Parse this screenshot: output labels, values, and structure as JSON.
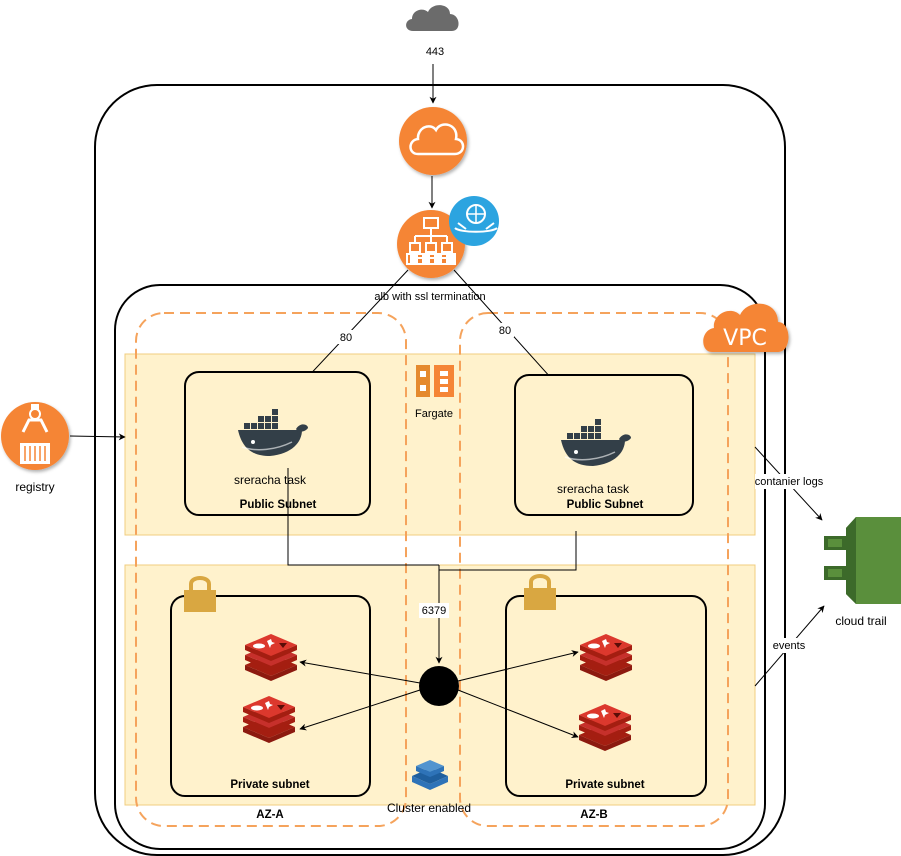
{
  "labels": {
    "internet_port": "443",
    "alb": "alb with ssl termination",
    "port_a": "80",
    "port_b": "80",
    "fargate": "Fargate",
    "vpc": "VPC",
    "task_a": "sreracha task",
    "task_b": "sreracha task",
    "public_subnet_a": "Public Subnet",
    "public_subnet_b": "Public Subnet",
    "redis_port": "6379",
    "private_subnet_a": "Private subnet",
    "private_subnet_b": "Private subnet",
    "cluster": "Cluster enabled",
    "az_a": "AZ-A",
    "az_b": "AZ-B",
    "registry": "registry",
    "container_logs": "contanier logs",
    "events": "events",
    "cloud_trail": "cloud trail"
  },
  "colors": {
    "aws_orange": "#f58536",
    "subnet_fill": "#fff2cc",
    "subnet_stroke": "#f0cd7f",
    "az_dash": "#f5a35c",
    "docker": "#333f48",
    "redis": "#c6302b",
    "lock": "#d9a741",
    "cloudtrail": "#5a8f3c",
    "ecs_blue": "#2e73b8",
    "cloud_gray": "#6b6b6b",
    "waf_blue": "#2ca4e0"
  },
  "icons": {
    "internet": "cloud-icon",
    "cloudfront": "cloud-icon",
    "alb": "load-balancer-icon",
    "waf": "acm-certificate-icon",
    "fargate": "fargate-icon",
    "registry": "container-registry-icon",
    "docker": "docker-icon",
    "redis": "redis-icon",
    "lock": "lock-icon",
    "cluster": "elasticache-icon",
    "cloudtrail": "cloudtrail-icon"
  }
}
